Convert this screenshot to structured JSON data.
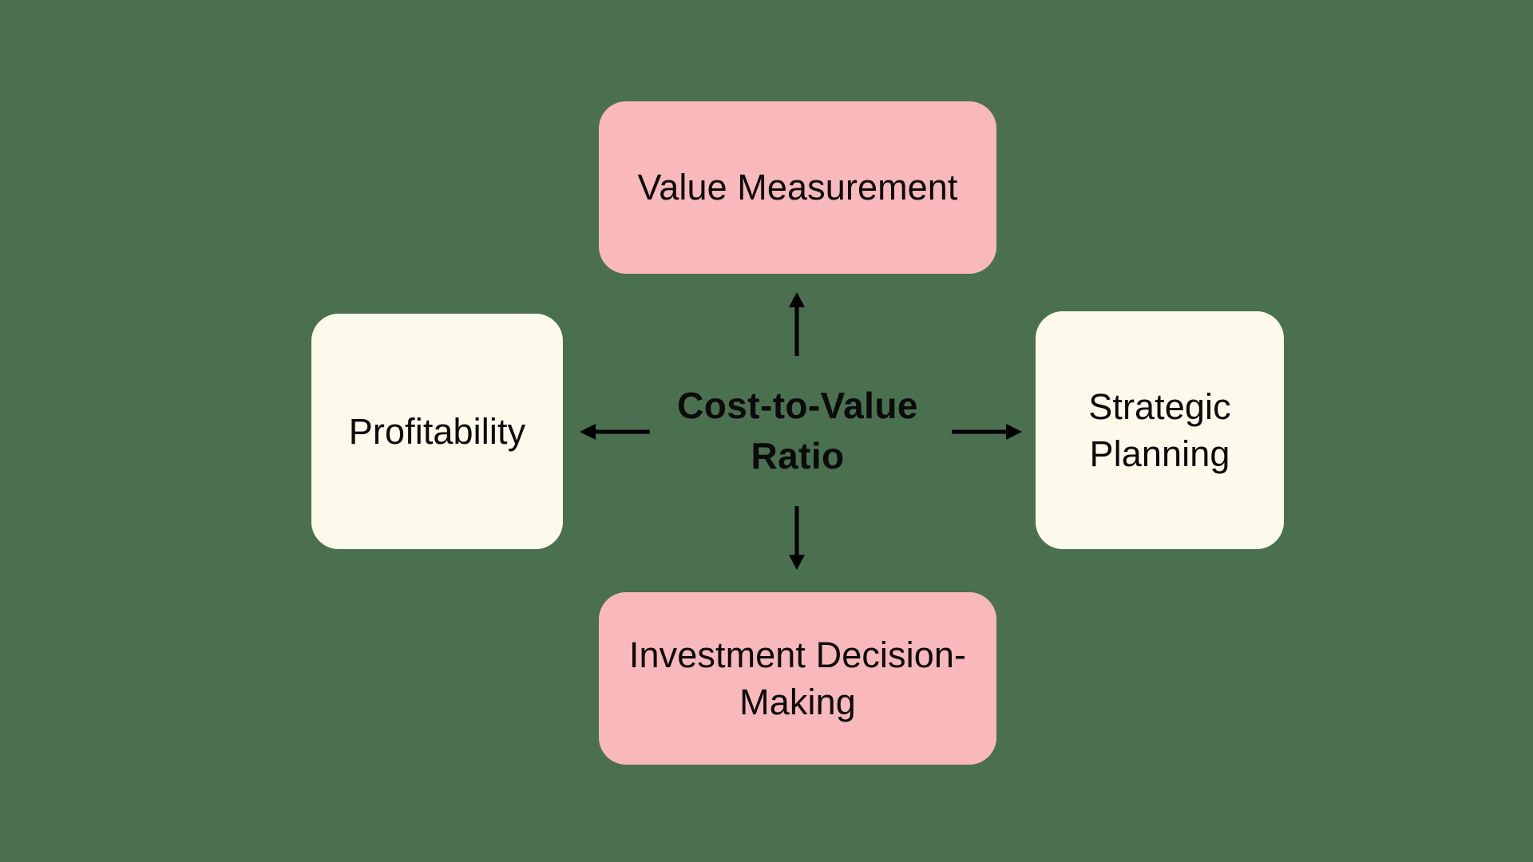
{
  "diagram": {
    "title": "Cost-to-Value Ratio relationship diagram",
    "background_color": "#4a7050",
    "center": {
      "label": "Cost-to-Value Ratio",
      "text_color": "#0b0b0b",
      "bold": true
    },
    "nodes": [
      {
        "id": "top",
        "label": "Value Measurement",
        "fill": "#f9b8bc",
        "text_color": "#0b0b0b",
        "position": "top"
      },
      {
        "id": "right",
        "label": "Strategic Planning",
        "fill": "#fdfaeb",
        "text_color": "#0b0b0b",
        "position": "right"
      },
      {
        "id": "bottom",
        "label": "Investment Decision-Making",
        "fill": "#f9b8bc",
        "text_color": "#0b0b0b",
        "position": "bottom"
      },
      {
        "id": "left",
        "label": "Profitability",
        "fill": "#fdfaeb",
        "text_color": "#0b0b0b",
        "position": "left"
      }
    ],
    "connectors": [
      {
        "id": "arrow-up",
        "from": "center",
        "to": "top",
        "direction": "up",
        "color": "#000000"
      },
      {
        "id": "arrow-right",
        "from": "center",
        "to": "right",
        "direction": "right",
        "color": "#000000"
      },
      {
        "id": "arrow-down",
        "from": "center",
        "to": "bottom",
        "direction": "down",
        "color": "#000000"
      },
      {
        "id": "arrow-left",
        "from": "center",
        "to": "left",
        "direction": "left",
        "color": "#000000"
      }
    ]
  }
}
